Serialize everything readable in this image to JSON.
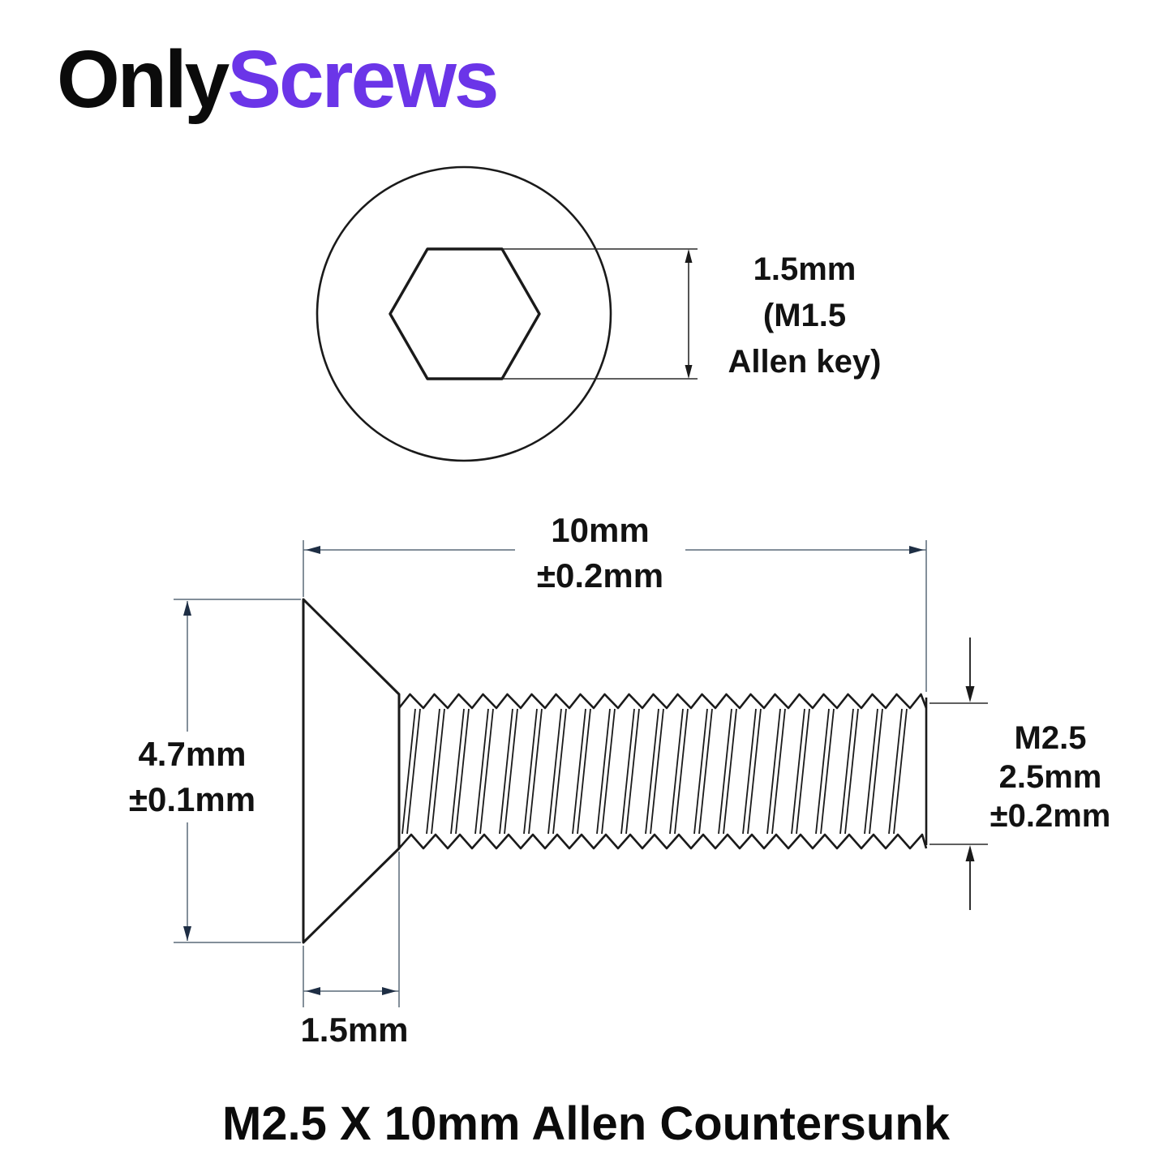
{
  "logo": {
    "part1": "Only",
    "part2": "Screws"
  },
  "colors": {
    "ink": "#1a1a1a",
    "thin_black": "#2a2a2a",
    "slate_line": "#5a6a78",
    "navy_arrow": "#1e2e44",
    "accent_purple": "#6b35e8"
  },
  "diagram": {
    "socket_dim": {
      "line1": "1.5mm",
      "line2": "(M1.5",
      "line3": "Allen key)"
    },
    "length_dim": {
      "line1": "10mm",
      "line2": "±0.2mm"
    },
    "head_dim": {
      "line1": "4.7mm",
      "line2": "±0.1mm"
    },
    "thread_dim": {
      "line1": "M2.5",
      "line2": "2.5mm",
      "line3": "±0.2mm"
    },
    "head_thickness_dim": {
      "value": "1.5mm"
    },
    "title": "M2.5 X 10mm Allen Countersunk"
  }
}
